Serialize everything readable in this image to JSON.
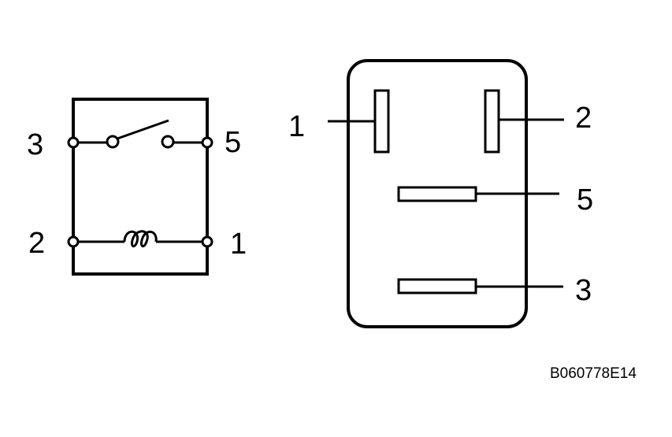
{
  "schematic": {
    "pins": {
      "top_left": "3",
      "top_right": "5",
      "bottom_left": "2",
      "bottom_right": "1"
    }
  },
  "connector": {
    "pins": {
      "top_left": "1",
      "top_right": "2",
      "middle": "5",
      "bottom": "3"
    }
  },
  "figure_code": "B060778E14",
  "colors": {
    "line": "#000000",
    "background": "#ffffff"
  }
}
